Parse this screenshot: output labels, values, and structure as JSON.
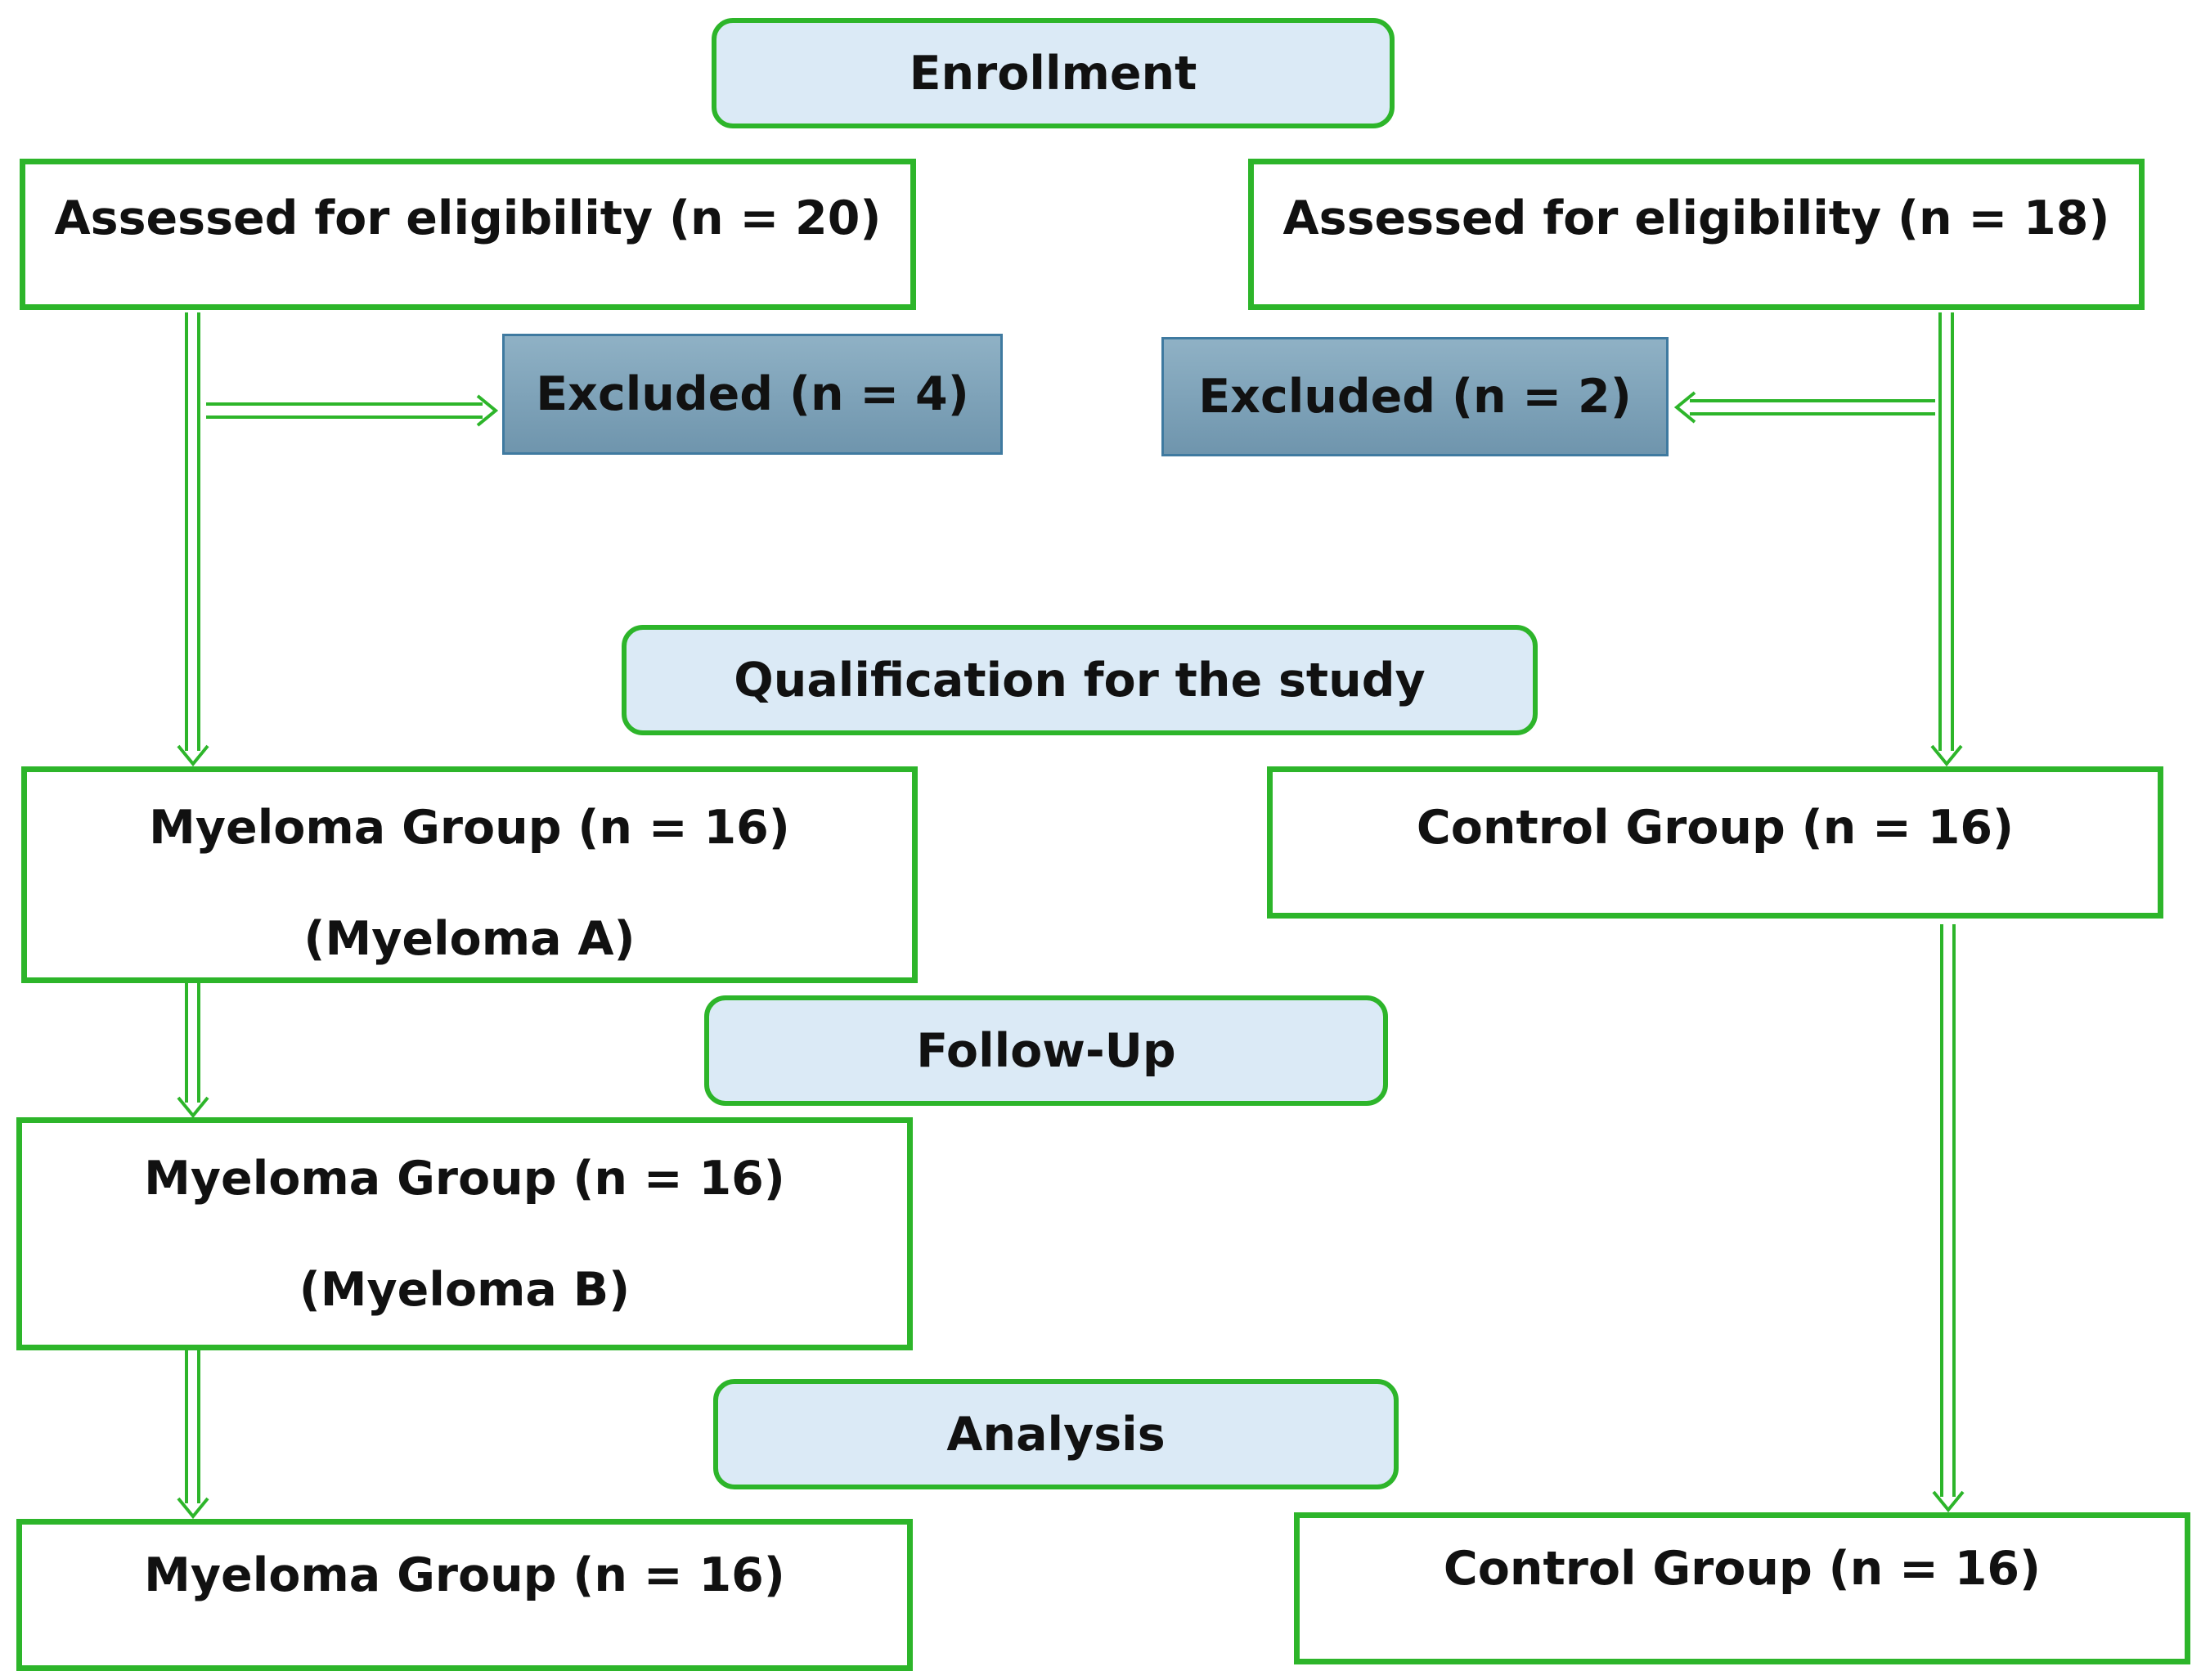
{
  "stages": {
    "enrollment": "Enrollment",
    "qualification": "Qualification for the study",
    "followup": "Follow-Up",
    "analysis": "Analysis"
  },
  "left": {
    "assessed": "Assessed for eligibility (n = 20)",
    "excluded": "Excluded (n = 4)",
    "myeloma_a_title": "Myeloma Group (n = 16)",
    "myeloma_a_sub": "(Myeloma A)",
    "myeloma_b_title": "Myeloma Group (n = 16)",
    "myeloma_b_sub": "(Myeloma B)",
    "myeloma_final": "Myeloma Group (n = 16)"
  },
  "right": {
    "assessed": "Assessed for eligibility (n = 18)",
    "excluded": "Excluded (n = 2)",
    "control": "Control Group (n = 16)",
    "control_final": "Control Group (n = 16)"
  },
  "colors": {
    "border_green": "#2db52a",
    "stage_fill": "#dbeaf6",
    "excluded_fill": "#7fa3ba"
  }
}
